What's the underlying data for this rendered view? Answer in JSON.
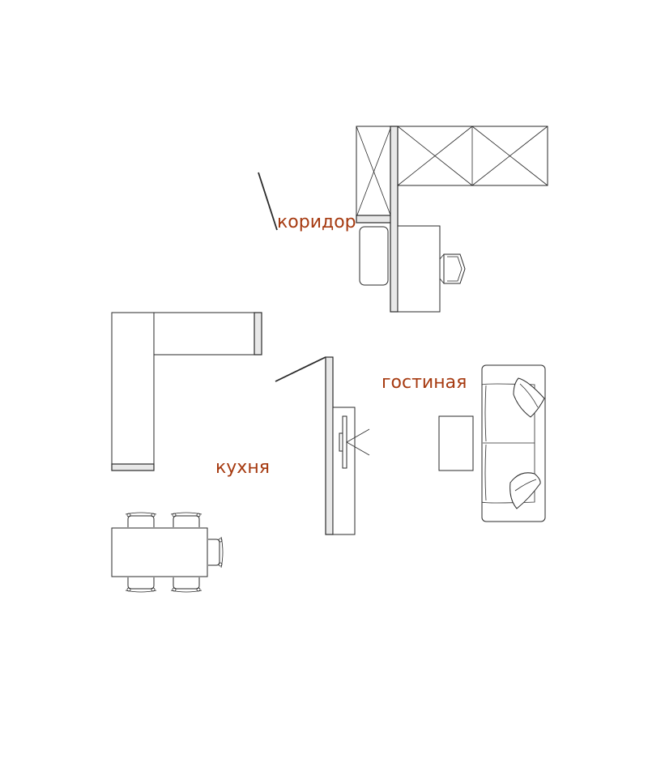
{
  "rooms": {
    "corridor": "коридор",
    "living": "гостиная",
    "kitchen": "кухня"
  },
  "colors": {
    "label": "#a63a10",
    "line": "#2a2a2a",
    "wall_fill": "#e8e8e8"
  }
}
